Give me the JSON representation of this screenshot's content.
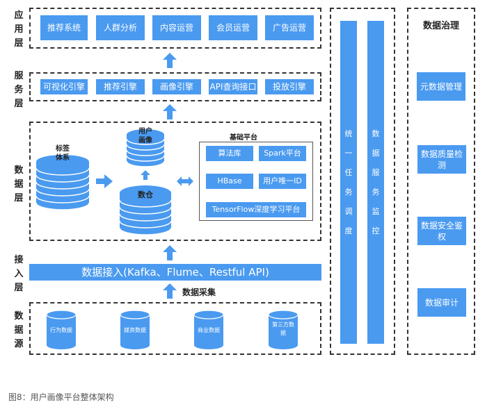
{
  "colors": {
    "accent": "#4a9af0",
    "text": "#222222",
    "caption": "#555555"
  },
  "layers": {
    "application": {
      "label": [
        "应",
        "用",
        "层"
      ],
      "items": [
        "推荐系统",
        "人群分析",
        "内容运营",
        "会员运营",
        "广告运营"
      ]
    },
    "service": {
      "label": [
        "服",
        "务",
        "层"
      ],
      "items": [
        "可视化引擎",
        "推荐引擎",
        "画像引擎",
        "API查询接口",
        "投放引擎"
      ]
    },
    "data": {
      "label": [
        "数",
        "据",
        "层"
      ],
      "tag_system": [
        "标签",
        "体系"
      ],
      "user_profile": [
        "用户",
        "画像"
      ],
      "warehouse": "数仓",
      "base_platform": {
        "title": "基础平台",
        "items": [
          "算法库",
          "Spark平台",
          "HBase",
          "用户唯一ID",
          "TensorFlow深度学习平台"
        ]
      }
    },
    "ingestion": {
      "label": [
        "接",
        "入",
        "层"
      ],
      "bar": "数据接入(Kafka、Flume、Restful API)",
      "collection": "数据采集"
    },
    "source": {
      "label": [
        "数",
        "据",
        "源"
      ],
      "items": [
        [
          "行为数据"
        ],
        [
          "媒资数据"
        ],
        [
          "商业数据"
        ],
        [
          "第三方数",
          "据"
        ]
      ]
    }
  },
  "side": {
    "scheduling": [
      "统",
      "一",
      "任",
      "务",
      "调",
      "度"
    ],
    "monitoring": [
      "数",
      "据",
      "服",
      "务",
      "监",
      "控"
    ]
  },
  "governance": {
    "title": "数据治理",
    "items": [
      "元数据管理",
      "数据质量检测",
      "数据安全鉴权",
      "数据审计"
    ]
  },
  "caption": "图8：用户画像平台整体架构"
}
